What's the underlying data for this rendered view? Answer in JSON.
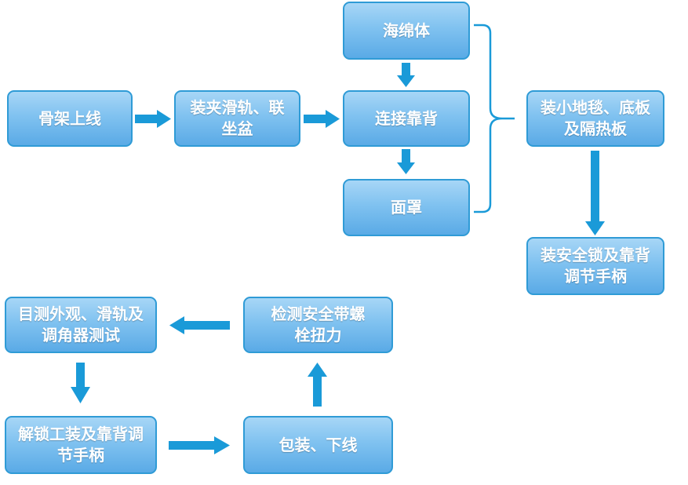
{
  "colors": {
    "box_gradient_top": "#a7d6f6",
    "box_gradient_bottom": "#5aaae6",
    "box_border": "#2f9bd6",
    "arrow": "#1a9ad8",
    "text": "#ffffff"
  },
  "nodes": {
    "frame_online": "骨架上线",
    "mount_rail": "装夹滑轨、联坐盆",
    "sponge": "海绵体",
    "connect_backrest": "连接靠背",
    "cover": "面罩",
    "install_carpet": "装小地毯、底板及隔热板",
    "install_lock": "装安全锁及靠背调节手柄",
    "inspect_belt": "检测安全带螺栓扭力",
    "visual_test": "目测外观、滑轨及调角器测试",
    "unlock_fixture": "解锁工装及靠背调节手柄",
    "pack_offline": "包装、下线"
  }
}
